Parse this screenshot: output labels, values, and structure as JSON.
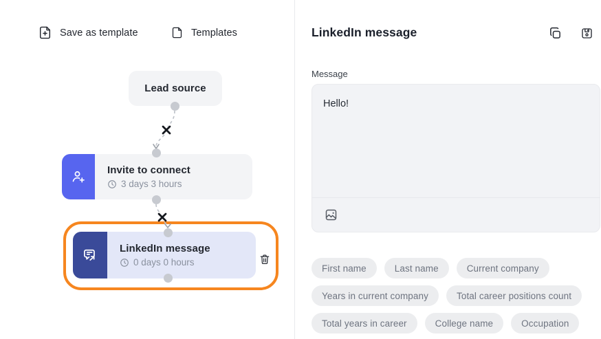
{
  "toolbar": {
    "save_as_template": "Save as template",
    "templates": "Templates"
  },
  "flow": {
    "lead_source": {
      "title": "Lead source"
    },
    "invite": {
      "title": "Invite to connect",
      "delay": "3 days 3 hours"
    },
    "linkedin": {
      "title": "LinkedIn message",
      "delay": "0 days 0 hours",
      "selected": true
    }
  },
  "editor": {
    "title": "LinkedIn message",
    "message_label": "Message",
    "message_value": "Hello!"
  },
  "variables": {
    "rows": [
      [
        "First name",
        "Last name",
        "Current company"
      ],
      [
        "Years in current company",
        "Total career positions count"
      ],
      [
        "Total years in career",
        "College name",
        "Occupation"
      ]
    ]
  },
  "icons": {
    "save_as_template": "file-plus-icon",
    "templates": "file-icon",
    "invite_step": "user-plus-icon",
    "linkedin_step": "message-forward-icon",
    "delay": "clock-icon",
    "delete_step": "trash-icon",
    "duplicate": "copy-icon",
    "save": "floppy-disk-icon",
    "attach_image": "image-icon",
    "delete_edge": "x-icon"
  },
  "colors": {
    "accent_blue": "#5765EF",
    "navy": "#3A4A99",
    "lavender": "#E3E7F8",
    "node_gray": "#F3F4F6",
    "selection_orange": "#F6861F",
    "dot_gray": "#C7CAD0",
    "chip_bg": "#ECEDEF",
    "chip_text": "#6E7480",
    "muted_text": "#8A919E",
    "dark_text": "#1B202B"
  }
}
